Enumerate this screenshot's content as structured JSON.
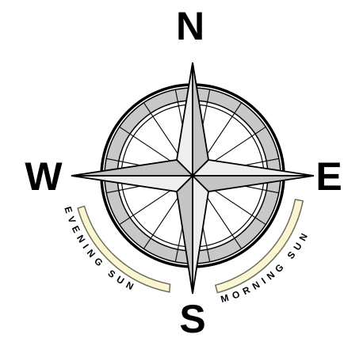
{
  "compass": {
    "north_label": "N",
    "south_label": "S",
    "east_label": "E",
    "west_label": "W",
    "evening_label": "EVENING SUN",
    "morning_label": "MORNING SUN"
  },
  "colors": {
    "ink": "#000000",
    "ring_band": "#c8c8c8",
    "star_light": "#eeeeee",
    "star_dark": "#c4c4c4",
    "sun_band_fill": "#fbf6d2",
    "sun_band_stroke": "#6e6e5a"
  }
}
